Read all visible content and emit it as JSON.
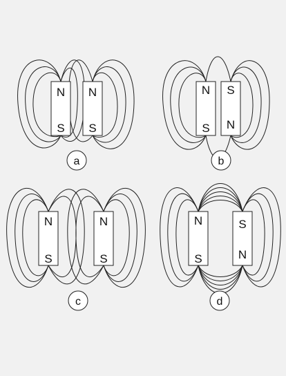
{
  "colors": {
    "background": "#f1f1f1",
    "line": "#222222",
    "magnet_fill": "#ffffff"
  },
  "panels": [
    {
      "id": "a",
      "label": "a",
      "magnets": [
        {
          "top": "N",
          "bottom": "S"
        },
        {
          "top": "N",
          "bottom": "S"
        }
      ]
    },
    {
      "id": "b",
      "label": "b",
      "magnets": [
        {
          "top": "N",
          "bottom": "S"
        },
        {
          "top": "S",
          "bottom": "N"
        }
      ]
    },
    {
      "id": "c",
      "label": "c",
      "magnets": [
        {
          "top": "N",
          "bottom": "S"
        },
        {
          "top": "N",
          "bottom": "S"
        }
      ]
    },
    {
      "id": "d",
      "label": "d",
      "magnets": [
        {
          "top": "N",
          "bottom": "S"
        },
        {
          "top": "S",
          "bottom": "N"
        }
      ]
    }
  ]
}
